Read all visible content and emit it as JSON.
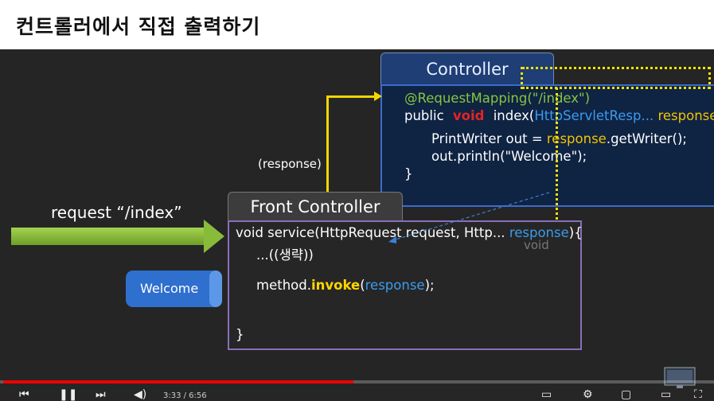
{
  "slide_title": "컨트롤러에서 직접 출력하기",
  "controller": {
    "header": "Controller",
    "annotation": "@RequestMapping(\"/index\")",
    "sig_public": "public",
    "sig_void": "void",
    "sig_index": "index(",
    "sig_param_type": "HttpServletResp...",
    "sig_param_name": "response",
    "sig_end": "){",
    "line1_a": "PrintWriter out = ",
    "line1_b": "response",
    "line1_c": ".getWriter();",
    "line2": "out.println(\"Welcome\");",
    "close": "}"
  },
  "front_controller": {
    "header": "Front Controller",
    "sig_a": "void service(HttpRequest request, Http... ",
    "sig_b": "response",
    "sig_c": "){",
    "faint_void": "void",
    "omitted": "...((생략))",
    "invoke_a": "method.",
    "invoke_b": "invoke",
    "invoke_c": "(",
    "invoke_d": "response",
    "invoke_e": ");",
    "close": "}"
  },
  "request_label": "request “/index”",
  "response_label": "(response)",
  "welcome_label": "Welcome",
  "player": {
    "progress": 0.49,
    "time": "3:33 / 6:56"
  },
  "colors": {
    "accent_red": "#e00000",
    "highlight_yellow": "#f2d600",
    "code_blue": "#3b9bf0",
    "arrow_green": "#89bb3b"
  }
}
